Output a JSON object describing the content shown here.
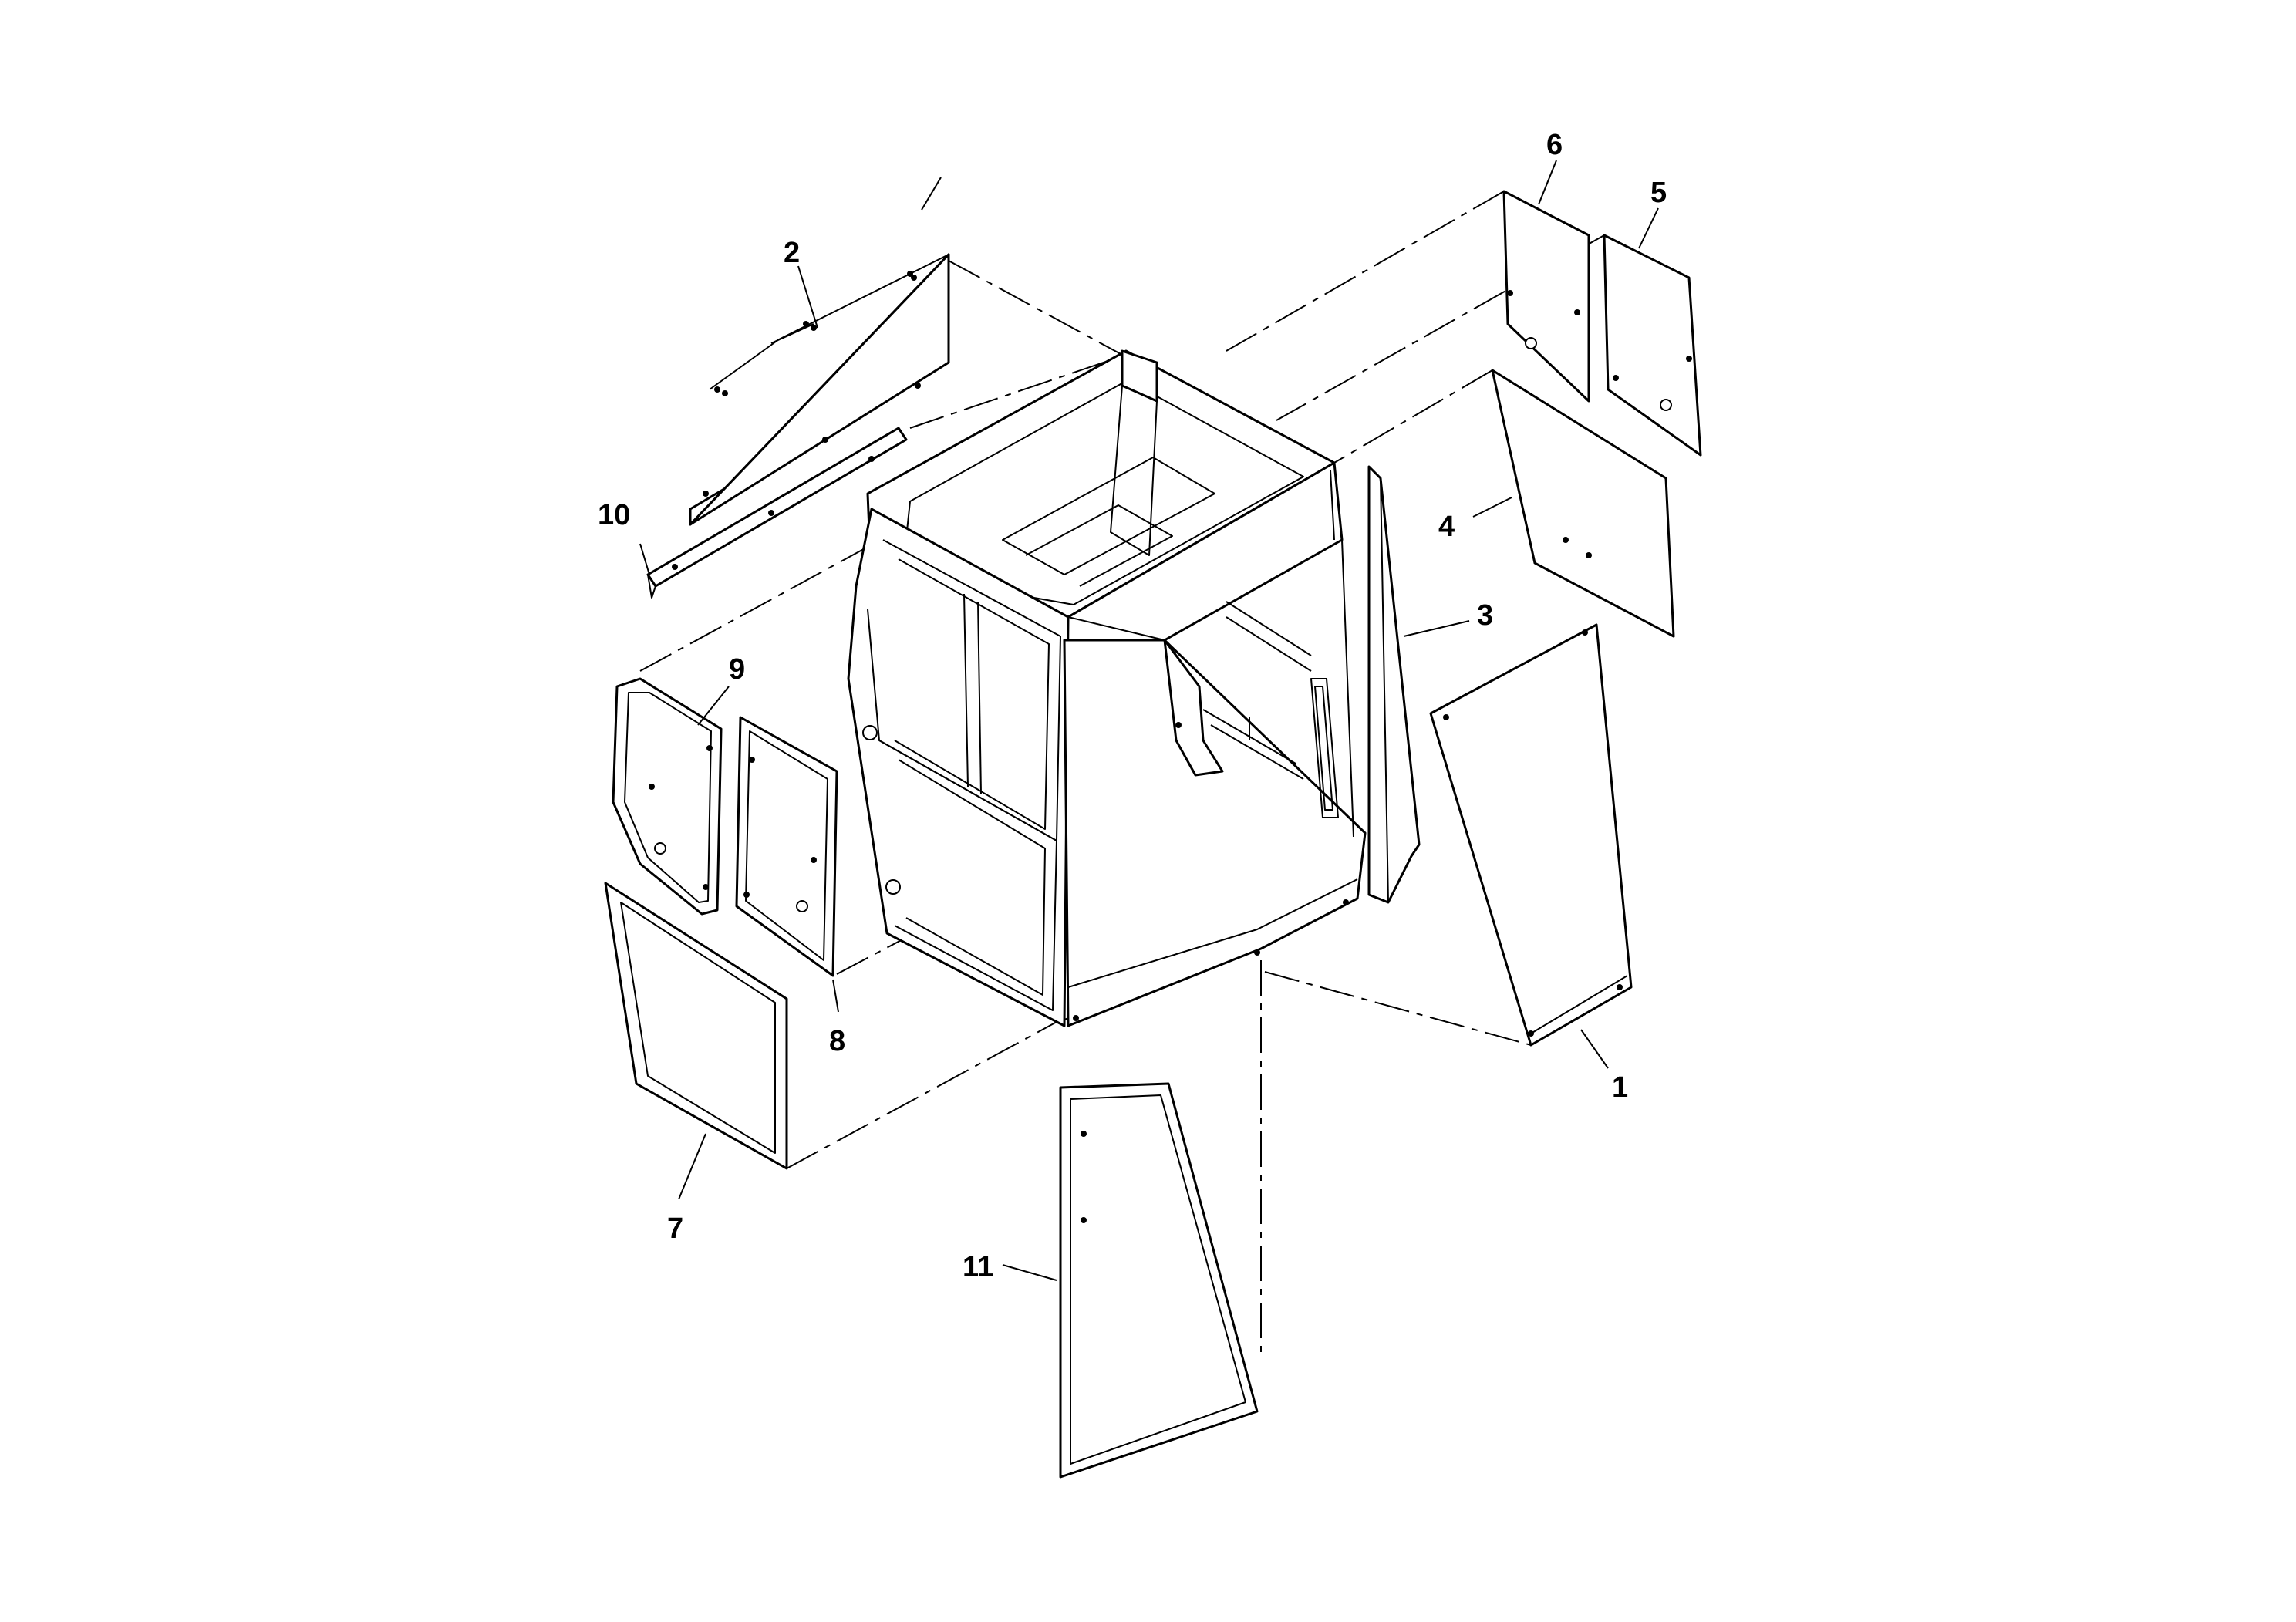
{
  "diagram": {
    "type": "exploded-parts-diagram",
    "subject": "operator cab panels and glazing",
    "callouts": [
      {
        "id": "c1",
        "label": "1"
      },
      {
        "id": "c2",
        "label": "2"
      },
      {
        "id": "c3",
        "label": "3"
      },
      {
        "id": "c4",
        "label": "4"
      },
      {
        "id": "c5",
        "label": "5"
      },
      {
        "id": "c6",
        "label": "6"
      },
      {
        "id": "c7",
        "label": "7"
      },
      {
        "id": "c8",
        "label": "8"
      },
      {
        "id": "c9",
        "label": "9"
      },
      {
        "id": "c10",
        "label": "10"
      },
      {
        "id": "c11",
        "label": "11"
      }
    ],
    "line_color": "#000000",
    "background_color": "#ffffff"
  }
}
